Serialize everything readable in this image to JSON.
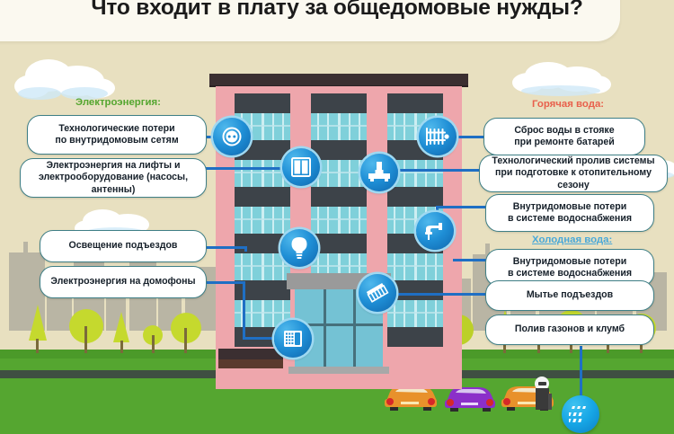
{
  "header": {
    "title": "Что входит в плату за общедомовые нужды?"
  },
  "categories": {
    "electricity": "Электроэнергия:",
    "hot_water": "Горячая вода:",
    "cold_water": "Холодная вода:"
  },
  "left_labels": [
    {
      "text": "Технологические потери по внутридомовым сетям",
      "line1": "Технологические потери",
      "line2": "по внутридомовым сетям",
      "icon": "power-socket-icon"
    },
    {
      "text": "Электроэнергия на лифты и электрооборудование (насосы, антенны)",
      "line1": "Электроэнергия на лифты и",
      "line2": "электрооборудование (насосы, антенны)",
      "icon": "elevator-icon"
    },
    {
      "text": "Освещение подъездов",
      "line1": "Освещение подъездов",
      "line2": "",
      "icon": "lightbulb-icon"
    },
    {
      "text": "Электроэнергия на домофоны",
      "line1": "Электроэнергия на домофоны",
      "line2": "",
      "icon": "intercom-icon"
    }
  ],
  "right_labels": [
    {
      "text": "Сброс воды в стояке при ремонте батарей",
      "line1": "Сброс воды в стояке",
      "line2": "при ремонте батарей",
      "icon": "radiator-icon"
    },
    {
      "text": "Технологический пролив системы при подготовке к отопительному сезону",
      "line1": "Технологический пролив системы",
      "line2": "при подготовке к отопительному сезону",
      "icon": "pipe-joint-icon"
    },
    {
      "text": "Внутридомовые потери в системе водоснабжения",
      "line1": "Внутридомовые потери",
      "line2": "в системе водоснабжения",
      "icon": "faucet-icon"
    },
    {
      "text": "Внутридомовые потери в системе водоснабжения",
      "line1": "Внутридомовые потери",
      "line2": "в системе водоснабжения",
      "icon": "faucet-icon"
    },
    {
      "text": "Мытье подъездов",
      "line1": "Мытье подъездов",
      "line2": "",
      "icon": "mop-icon"
    },
    {
      "text": "Полив газонов и клумб",
      "line1": "Полив газонов и клумб",
      "line2": "",
      "icon": "sprinkler-icon"
    }
  ],
  "colors": {
    "background": "#e8e0c0",
    "header_plate": "#fbf9f0",
    "building_wall": "#eea6ac",
    "roof": "#3b2f31",
    "window_glass": "#7fd0da",
    "window_band": "#3d4349",
    "grass": "#55a630",
    "skyline": "#b9b5a4",
    "tree": "#c5d92e",
    "label_border": "#3f7f86",
    "label_fill": "#ffffff",
    "connector": "#1f6fc4",
    "icon_blue": "#1f8fd6",
    "electricity_text": "#55a630",
    "hot_water_text": "#e8604c",
    "cold_water_text": "#4aa8d8",
    "car_orange": "#e8912b",
    "car_purple": "#8b2fc9"
  },
  "scene": {
    "cars": [
      "car-orange-left",
      "car-purple-middle",
      "car-orange-right"
    ],
    "bin": "trash-bin",
    "cloud_count": 4
  }
}
